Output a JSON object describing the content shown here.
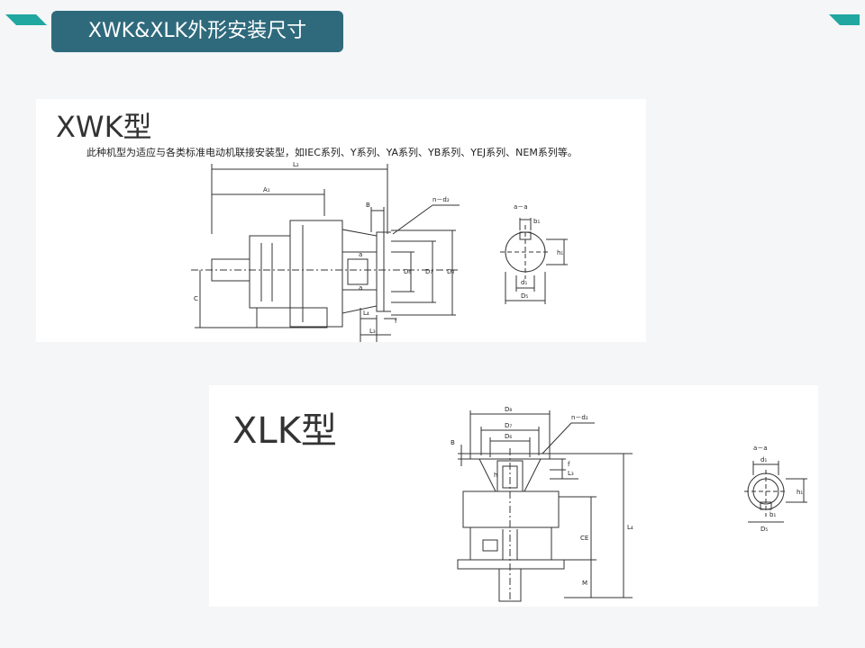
{
  "slide": {
    "title": "XWK&XLK外形安装尺寸",
    "accent_color": "#2f6a7c",
    "corner_color": "#1fa7a0"
  },
  "xwk": {
    "heading": "XWK型",
    "description": "此种机型为适应与各类标准电动机联接安装型，如IEC系列、Y系列、YA系列、YB系列、YEJ系列、NEM系列等。",
    "labels": {
      "L2": "L₂",
      "A1": "A₁",
      "B": "B",
      "n_d2": "n－d₂",
      "C": "C",
      "D6": "D₆",
      "D7": "D₇",
      "D8": "D₈",
      "L4": "L₄",
      "L3": "L₃",
      "f": "f",
      "section": "a－a",
      "b1": "b₁",
      "h1": "h₁",
      "d1": "d₁",
      "D5": "D₅",
      "a1": "a",
      "a2": "a"
    }
  },
  "xlk": {
    "heading": "XLK型",
    "labels": {
      "D8": "D₈",
      "D7": "D₇",
      "D6": "D₆",
      "n_d2": "n－d₂",
      "B": "B",
      "f": "f",
      "L3": "L₃",
      "L4": "L₄",
      "CE": "CE",
      "M": "M",
      "h": "h",
      "section": "a－a",
      "d1": "d₁",
      "h1": "h₁",
      "b1": "b₁",
      "D5": "D₅"
    }
  }
}
